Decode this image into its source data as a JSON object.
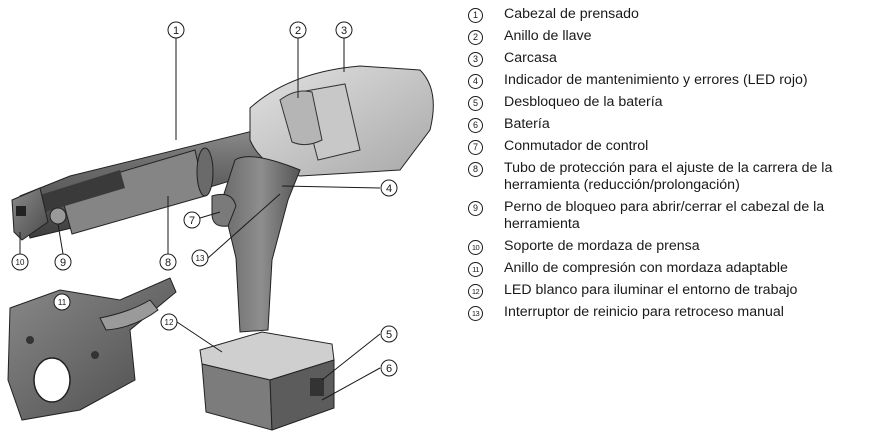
{
  "legend": [
    {
      "num": "1",
      "text": "Cabezal de prensado"
    },
    {
      "num": "2",
      "text": "Anillo de llave"
    },
    {
      "num": "3",
      "text": "Carcasa"
    },
    {
      "num": "4",
      "text": "Indicador de mantenimiento y errores (LED rojo)"
    },
    {
      "num": "5",
      "text": "Desbloqueo de la batería"
    },
    {
      "num": "6",
      "text": "Batería"
    },
    {
      "num": "7",
      "text": "Conmutador de control"
    },
    {
      "num": "8",
      "text": "Tubo de protección para el ajuste de la carrera de la herramienta (reducción/prolongación)"
    },
    {
      "num": "9",
      "text": "Perno de bloqueo para abrir/cerrar el cabezal de la herramienta"
    },
    {
      "num": "10",
      "text": "Soporte de mordaza de prensa"
    },
    {
      "num": "11",
      "text": "Anillo de compresión con mordaza adaptable"
    },
    {
      "num": "12",
      "text": "LED blanco para iluminar el entorno de trabajo"
    },
    {
      "num": "13",
      "text": "Interruptor de reinicio para retroceso manual"
    }
  ],
  "callouts": [
    "1",
    "2",
    "3",
    "4",
    "5",
    "6",
    "7",
    "8",
    "9",
    "10",
    "11",
    "12",
    "13"
  ]
}
